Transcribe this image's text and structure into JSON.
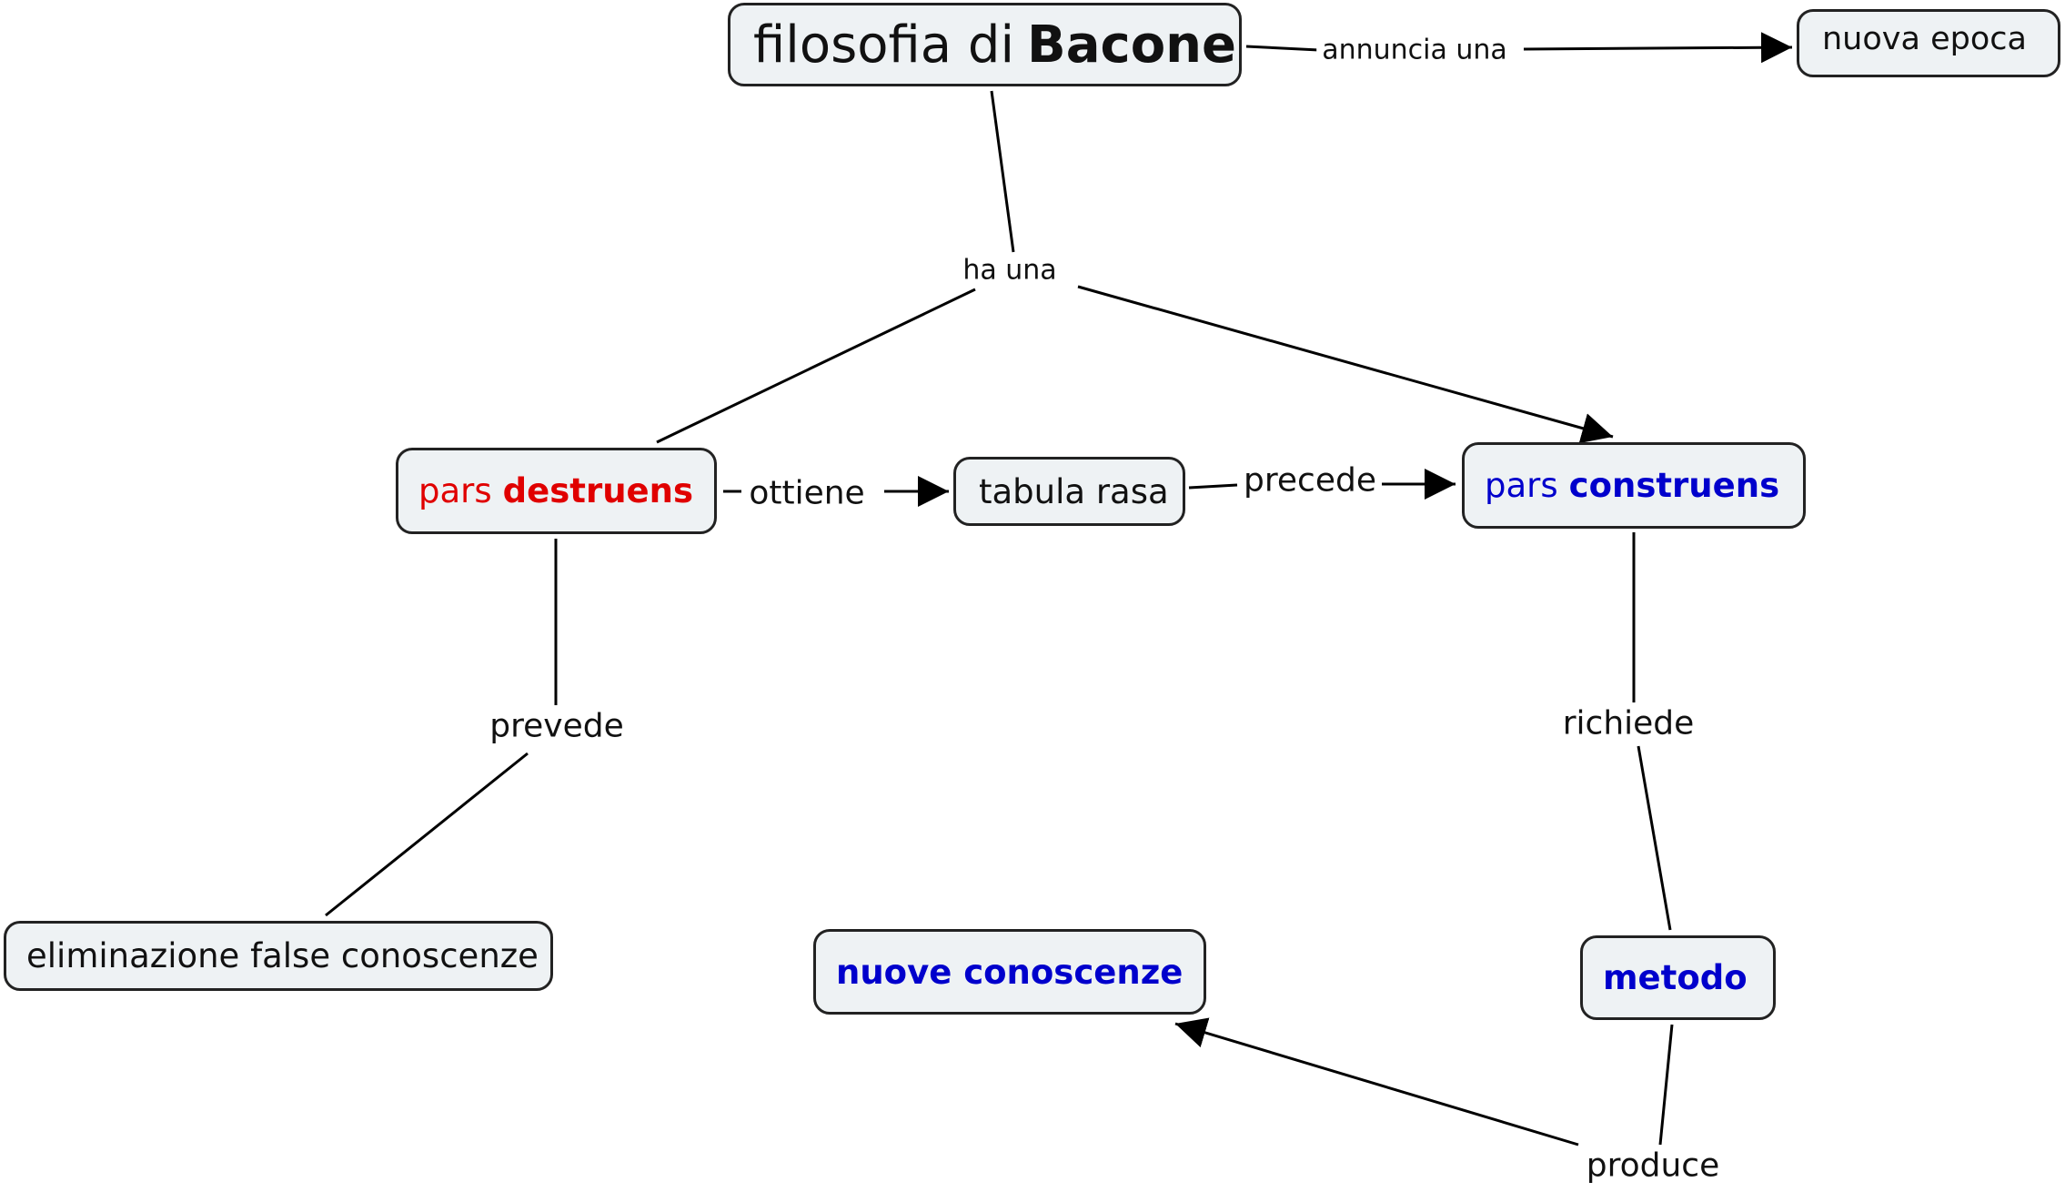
{
  "colors": {
    "node_fill": "#eef2f4",
    "node_border": "#222222",
    "line": "#000000",
    "destruens": "#e00000",
    "construens": "#0000cc"
  },
  "nodes": {
    "root": {
      "pre": "filosofia di ",
      "bold": "Bacone"
    },
    "nuova_epoca": {
      "label": "nuova epoca"
    },
    "pars_destruens": {
      "pre": "pars ",
      "bold": "destruens"
    },
    "tabula_rasa": {
      "label": "tabula rasa"
    },
    "pars_construens": {
      "pre": "pars ",
      "bold": "construens"
    },
    "eliminazione": {
      "label": "eliminazione false conoscenze"
    },
    "nuove_conoscenze": {
      "label": "nuove conoscenze"
    },
    "metodo": {
      "label": "metodo"
    }
  },
  "links": {
    "annuncia_una": "annuncia una",
    "ha_una": "ha una",
    "ottiene": "ottiene",
    "precede": "precede",
    "prevede": "prevede",
    "richiede": "richiede",
    "produce": "produce"
  }
}
